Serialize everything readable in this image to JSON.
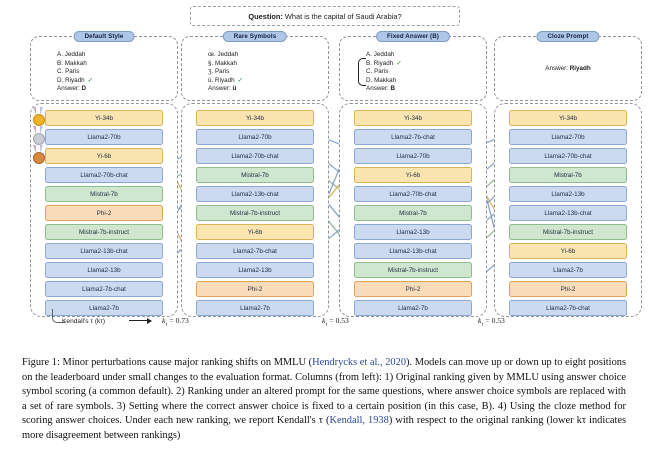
{
  "question": {
    "label": "Question:",
    "text": "What is the capital of Saudi Arabia?"
  },
  "columns": [
    {
      "title": "Default Style",
      "options": [
        {
          "symbol": "A.",
          "text": "Jeddah",
          "correct": false
        },
        {
          "symbol": "B.",
          "text": "Makkah",
          "correct": false
        },
        {
          "symbol": "C.",
          "text": "Paris",
          "correct": false
        },
        {
          "symbol": "D.",
          "text": "Riyadh",
          "correct": true
        }
      ],
      "answer_label": "Answer:",
      "answer_value": "D",
      "kendall_tau": "",
      "ranking": [
        {
          "model": "Yi-34b",
          "color": "yellow",
          "medal": "gold"
        },
        {
          "model": "Llama2-70b",
          "color": "blue",
          "medal": "silver"
        },
        {
          "model": "Yi-6b",
          "color": "yellow",
          "medal": "bronze"
        },
        {
          "model": "Llama2-70b-chat",
          "color": "blue",
          "medal": ""
        },
        {
          "model": "Mistral-7b",
          "color": "green",
          "medal": ""
        },
        {
          "model": "Phi-2",
          "color": "orange",
          "medal": ""
        },
        {
          "model": "Mistral-7b-instruct",
          "color": "green",
          "medal": ""
        },
        {
          "model": "Llama2-13b-chat",
          "color": "blue",
          "medal": ""
        },
        {
          "model": "Llama2-13b",
          "color": "blue",
          "medal": ""
        },
        {
          "model": "Llama2-7b-chat",
          "color": "blue",
          "medal": ""
        },
        {
          "model": "Llama2-7b",
          "color": "blue",
          "medal": ""
        }
      ]
    },
    {
      "title": "Rare Symbols",
      "options": [
        {
          "symbol": "œ.",
          "text": "Jeddah",
          "correct": false
        },
        {
          "symbol": "§.",
          "text": "Makkah",
          "correct": false
        },
        {
          "symbol": "ʒ.",
          "text": "Paris",
          "correct": false
        },
        {
          "symbol": "ü.",
          "text": "Riyadh",
          "correct": true
        }
      ],
      "answer_label": "Answer:",
      "answer_value": "ü",
      "kendall_tau": "0.73",
      "ranking": [
        {
          "model": "Yi-34b",
          "color": "yellow",
          "medal": ""
        },
        {
          "model": "Llama2-70b",
          "color": "blue",
          "medal": ""
        },
        {
          "model": "Llama2-70b-chat",
          "color": "blue",
          "medal": ""
        },
        {
          "model": "Mistral-7b",
          "color": "green",
          "medal": ""
        },
        {
          "model": "Llama2-13b-chat",
          "color": "blue",
          "medal": ""
        },
        {
          "model": "Mistral-7b-instruct",
          "color": "green",
          "medal": ""
        },
        {
          "model": "Yi-6b",
          "color": "yellow",
          "medal": ""
        },
        {
          "model": "Llama2-7b-chat",
          "color": "blue",
          "medal": ""
        },
        {
          "model": "Llama2-13b",
          "color": "blue",
          "medal": ""
        },
        {
          "model": "Phi-2",
          "color": "orange",
          "medal": ""
        },
        {
          "model": "Llama2-7b",
          "color": "blue",
          "medal": ""
        }
      ]
    },
    {
      "title": "Fixed Answer (B)",
      "options": [
        {
          "symbol": "A.",
          "text": "Jeddah",
          "correct": false
        },
        {
          "symbol": "B.",
          "text": "Riyadh",
          "correct": true
        },
        {
          "symbol": "C.",
          "text": "Paris",
          "correct": false
        },
        {
          "symbol": "D.",
          "text": "Makkah",
          "correct": false
        }
      ],
      "answer_label": "Answer:",
      "answer_value": "B",
      "kendall_tau": "0.53",
      "ranking": [
        {
          "model": "Yi-34b",
          "color": "yellow",
          "medal": ""
        },
        {
          "model": "Llama2-7b-chat",
          "color": "blue",
          "medal": ""
        },
        {
          "model": "Llama2-70b",
          "color": "blue",
          "medal": ""
        },
        {
          "model": "Yi-6b",
          "color": "yellow",
          "medal": ""
        },
        {
          "model": "Llama2-70b-chat",
          "color": "blue",
          "medal": ""
        },
        {
          "model": "Mistral-7b",
          "color": "green",
          "medal": ""
        },
        {
          "model": "Llama2-13b",
          "color": "blue",
          "medal": ""
        },
        {
          "model": "Llama2-13b-chat",
          "color": "blue",
          "medal": ""
        },
        {
          "model": "Mistral-7b-instruct",
          "color": "green",
          "medal": ""
        },
        {
          "model": "Phi-2",
          "color": "orange",
          "medal": ""
        },
        {
          "model": "Llama2-7b",
          "color": "blue",
          "medal": ""
        }
      ]
    },
    {
      "title": "Cloze Prompt",
      "options": [],
      "answer_label": "Answer:",
      "answer_value": "Riyadh",
      "kendall_tau": "0.53",
      "ranking": [
        {
          "model": "Yi-34b",
          "color": "yellow",
          "medal": ""
        },
        {
          "model": "Llama2-70b",
          "color": "blue",
          "medal": ""
        },
        {
          "model": "Llama2-70b-chat",
          "color": "blue",
          "medal": ""
        },
        {
          "model": "Mistral-7b",
          "color": "green",
          "medal": ""
        },
        {
          "model": "Llama2-13b",
          "color": "blue",
          "medal": ""
        },
        {
          "model": "Llama2-13b-chat",
          "color": "blue",
          "medal": ""
        },
        {
          "model": "Mistral-7b-instruct",
          "color": "green",
          "medal": ""
        },
        {
          "model": "Yi-6b",
          "color": "yellow",
          "medal": ""
        },
        {
          "model": "Llama2-7b",
          "color": "blue",
          "medal": ""
        },
        {
          "model": "Phi-2",
          "color": "orange",
          "medal": ""
        },
        {
          "model": "Llama2-7b-chat",
          "color": "blue",
          "medal": ""
        }
      ]
    }
  ],
  "kendall_annotation": {
    "text": "Kendall's τ (kτ)"
  },
  "caption": {
    "prefix": "Figure 1:",
    "p1": " Minor perturbations cause major ranking shifts on MMLU (",
    "cite1": "Hendrycks et al., 2020",
    "p2": "). Models can move up or down up to eight positions on the leaderboard under small changes to the evaluation format. Columns (from left): 1) Original ranking given by MMLU using answer choice symbol scoring (a common default). 2) Ranking under an altered prompt for the same questions, where answer choice symbols are replaced with a set of rare symbols. 3) Setting where the correct answer choice is fixed to a certain position (in this case, B). 4) Using the cloze method for scoring answer choices. Under each new ranking, we report Kendall's τ (",
    "cite2": "Kendall, 1938",
    "p3": ") with respect to the original ranking (lower kτ indicates more disagreement between rankings)"
  },
  "colors": {
    "blue": "#ccdaf0",
    "yellow": "#fae5b0",
    "green": "#cfe6cf",
    "orange": "#fbdcb8",
    "title_badge": "#aec6e8",
    "link_yellow": "#d4b24a",
    "link_green": "#8fae8f",
    "link_orange": "#e0a45e",
    "link_blue": "#7f9cc0",
    "check": "#2e7d32",
    "citation": "#2b4a9e"
  }
}
